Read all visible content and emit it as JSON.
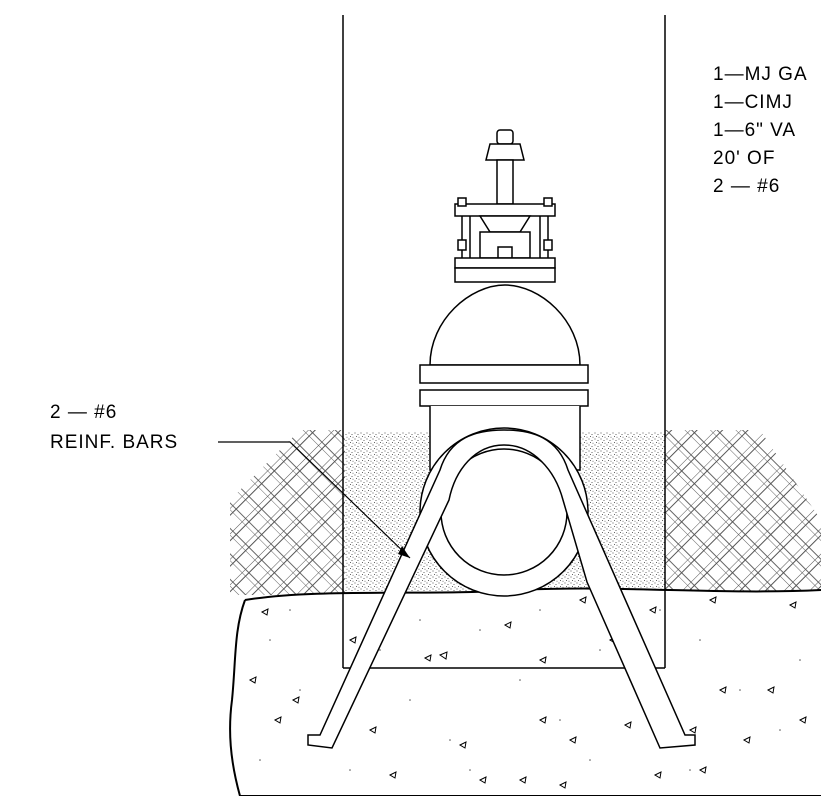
{
  "notes": {
    "lines": [
      "1—MJ GA",
      "1—CIMJ",
      "1—6\" VA",
      "20' OF",
      "2 — #6"
    ]
  },
  "bar_callout": {
    "line1": "2 — #6",
    "line2": "REINF. BARS"
  }
}
